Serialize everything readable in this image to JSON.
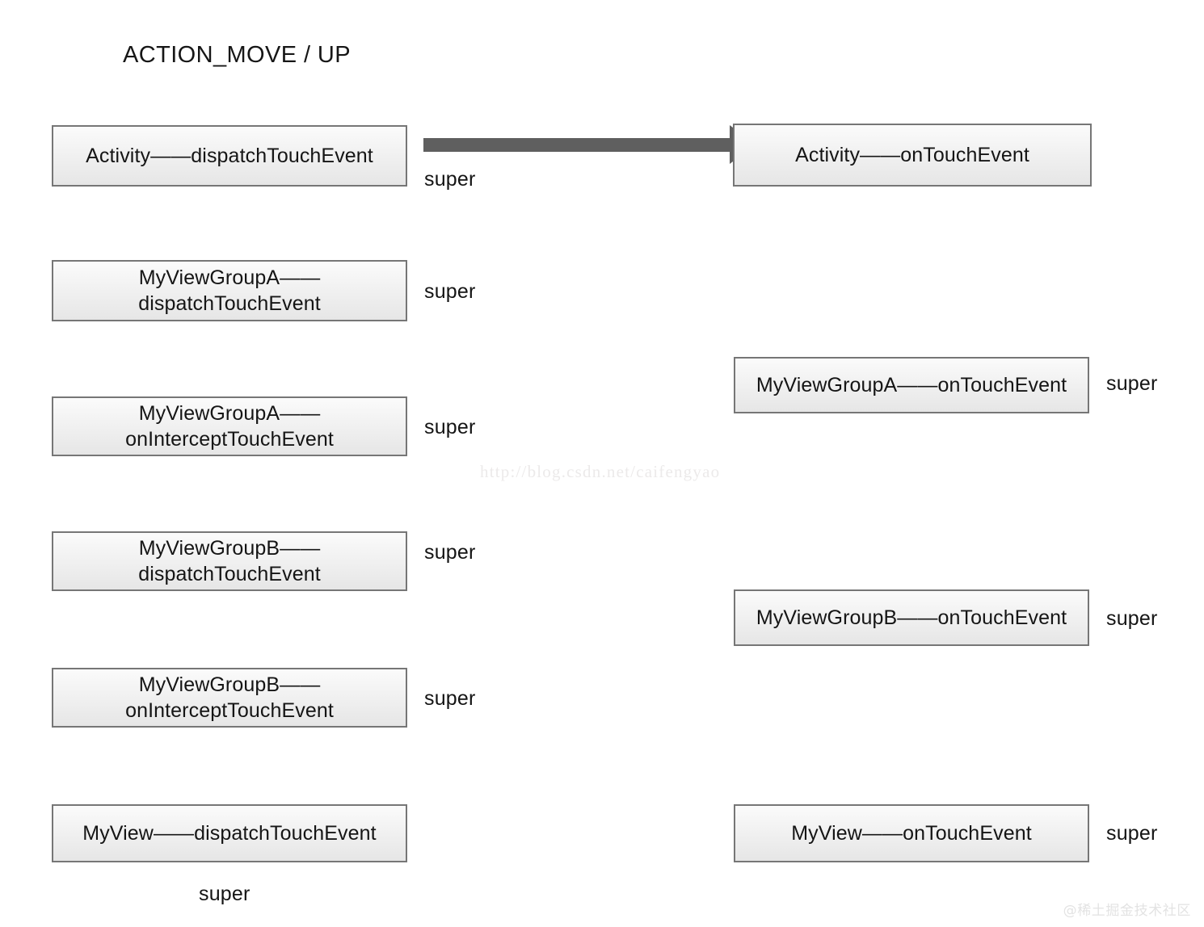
{
  "title": "ACTION_MOVE / UP",
  "colors": {
    "node_border": "#767676",
    "node_fill_top": "#fbfbfb",
    "node_fill_bottom": "#e6e6e6",
    "arrow": "#5f5f5f",
    "text": "#151515",
    "watermark": "#ececec",
    "background": "#ffffff"
  },
  "super_label": "super",
  "left_column": [
    {
      "line1": "Activity——dispatchTouchEvent",
      "line2": "",
      "super": "super"
    },
    {
      "line1": "MyViewGroupA——",
      "line2": "dispatchTouchEvent",
      "super": "super"
    },
    {
      "line1": "MyViewGroupA——",
      "line2": "onInterceptTouchEvent",
      "super": "super"
    },
    {
      "line1": "MyViewGroupB——",
      "line2": "dispatchTouchEvent",
      "super": "super"
    },
    {
      "line1": "MyViewGroupB——",
      "line2": "onInterceptTouchEvent",
      "super": "super"
    },
    {
      "line1": "MyView——dispatchTouchEvent",
      "line2": "",
      "super": "super"
    }
  ],
  "right_column": [
    {
      "line1": "Activity——onTouchEvent",
      "super": ""
    },
    {
      "line1": "MyViewGroupA——onTouchEvent",
      "super": "super"
    },
    {
      "line1": "MyViewGroupB——onTouchEvent",
      "super": "super"
    },
    {
      "line1": "MyView——onTouchEvent",
      "super": "super"
    }
  ],
  "watermarks": {
    "url": "http://blog.csdn.net/caifengyao",
    "brand": "@稀土掘金技术社区"
  }
}
